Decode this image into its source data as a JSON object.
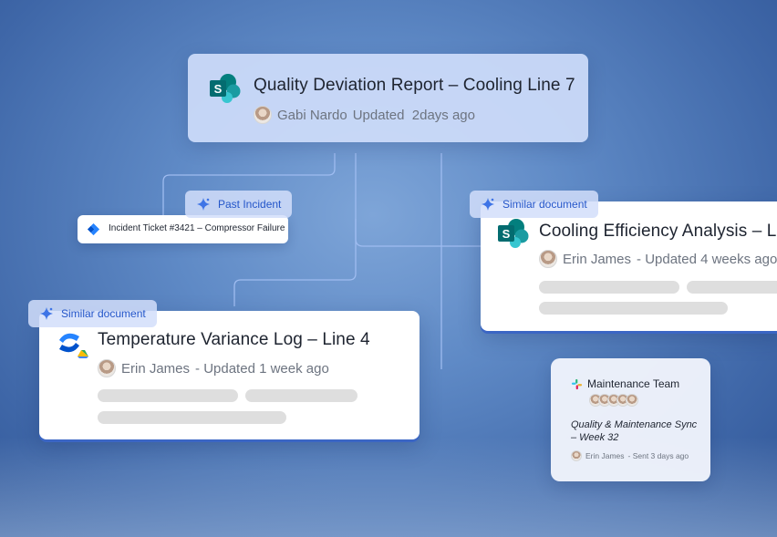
{
  "main_report": {
    "title": "Quality Deviation Report – Cooling Line 7",
    "author": "Gabi Nardo",
    "updated": "Updated  2days ago"
  },
  "past_incident": {
    "label": "Past Incident",
    "ticket": "Incident Ticket #3421 – Compressor Failure"
  },
  "cooling_card": {
    "tag": "Similar document",
    "title": "Cooling Efficiency Analysis – Li",
    "author": "Erin James",
    "updated": "- Updated 4 weeks ago"
  },
  "temperature_card": {
    "tag": "Similar document",
    "title": "Temperature Variance Log – Line 4",
    "author": "Erin James",
    "updated": "- Updated 1 week ago"
  },
  "slack_card": {
    "channel": "Maintenance Team",
    "message": "Quality & Maintenance Sync – Week 32",
    "author": "Erin James",
    "sent": "- Sent 3 days ago"
  },
  "colors": {
    "accent": "#2456c9",
    "card_shadow": "#3b66c4"
  }
}
